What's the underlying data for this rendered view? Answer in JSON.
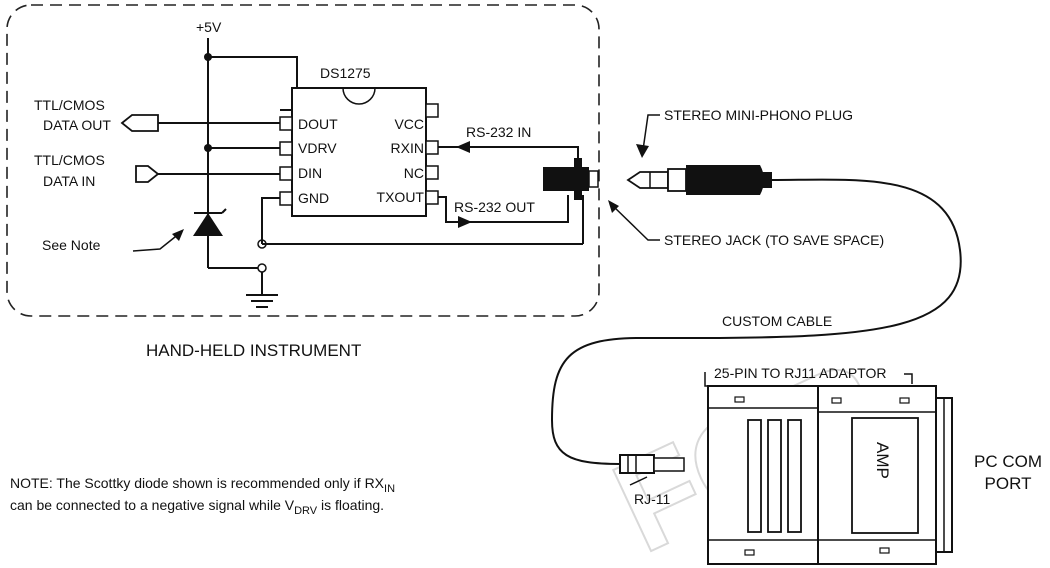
{
  "diagram": {
    "chip_name": "DS1275",
    "supply": "+5V",
    "pins_left": [
      "DOUT",
      "VDRV",
      "DIN",
      "GND"
    ],
    "pins_right": [
      "VCC",
      "RXIN",
      "NC",
      "TXOUT"
    ],
    "io_data_out_line1": "TTL/CMOS",
    "io_data_out_line2": "DATA OUT",
    "io_data_in_line1": "TTL/CMOS",
    "io_data_in_line2": "DATA IN",
    "see_note": "See Note",
    "rs232_in": "RS-232 IN",
    "rs232_out": "RS-232 OUT",
    "instrument_label": "HAND-HELD INSTRUMENT",
    "plug_label": "STEREO MINI-PHONO PLUG",
    "jack_label": "STEREO JACK (TO SAVE SPACE)",
    "cable_label": "CUSTOM CABLE",
    "adaptor_label": "25-PIN TO RJ11 ADAPTOR",
    "amp_label": "AMP",
    "rj11_label": "RJ-11",
    "pc_port_line1": "PC COM",
    "pc_port_line2": "PORT",
    "note_line1": "NOTE:  The Scottky diode shown is recommended only if RX",
    "note_line1_sub": "IN",
    "note_line2_pre": "can be connected to a negative signal while V",
    "note_line2_sub": "DRV",
    "note_line2_post": " is floating."
  }
}
